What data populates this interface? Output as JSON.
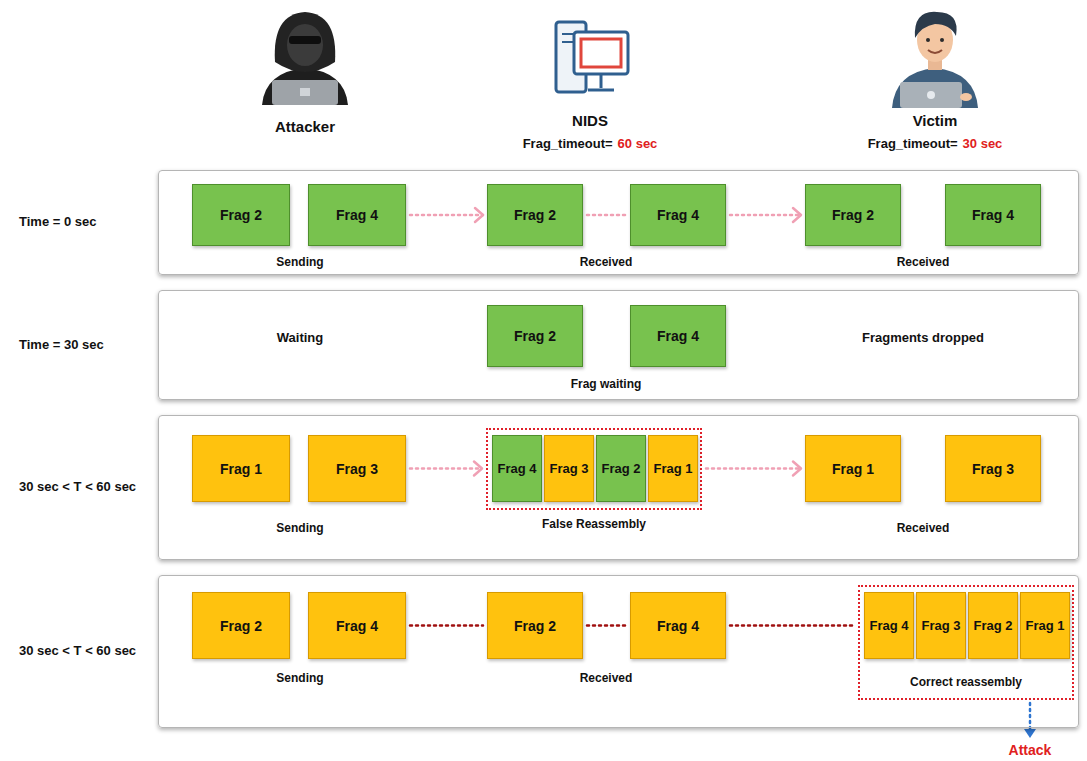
{
  "diagram": {
    "nodes": [
      {
        "text": [
          "Time = 0 sec"
        ]
      },
      {
        "text": [
          "Frag 2"
        ],
        "in": 0
      },
      {
        "text": [
          "Frag 4"
        ],
        "in": 0
      },
      {
        "text": [
          "Frag 2"
        ],
        "in": 0
      },
      {
        "text": [
          "Frag 4"
        ],
        "in": 0
      },
      {
        "text": [
          "Frag 2"
        ],
        "in": 0
      },
      {
        "text": [
          "Frag 4"
        ],
        "in": 0
      },
      {
        "text": [
          "Time = 30 sec"
        ]
      },
      {
        "text": [
          "Frag 2"
        ],
        "in": 7
      },
      {
        "text": [
          "Frag 4"
        ],
        "in": 7
      },
      {
        "text": [
          "30 sec < T < 60 sec"
        ]
      },
      {
        "text": [
          "Frag 1"
        ],
        "in": 10
      },
      {
        "text": [
          "Frag 3"
        ],
        "in": 10
      },
      {
        "text": [
          "False Reassembly"
        ],
        "in": 10
      },
      {
        "text": [
          "Frag 4"
        ],
        "in": 13
      },
      {
        "text": [
          "Frag 3"
        ],
        "in": 13
      },
      {
        "text": [
          "Frag 2"
        ],
        "in": 13
      },
      {
        "text": [
          "Frag 1"
        ],
        "in": 13
      },
      {
        "text": [
          "Frag 1"
        ],
        "in": 10
      },
      {
        "text": [
          "Frag 3"
        ],
        "in": 10
      },
      {
        "text": [
          "30 sec < T < 60 sec"
        ]
      },
      {
        "text": [
          "Frag 2"
        ],
        "in": 20
      },
      {
        "text": [
          "Frag 4"
        ],
        "in": 20
      },
      {
        "text": [
          "Frag 2"
        ],
        "in": 20
      },
      {
        "text": [
          "Frag 4"
        ],
        "in": 20
      },
      {
        "text": [
          "Correct reassembly"
        ],
        "in": 20
      },
      {
        "text": [
          "Frag 4"
        ],
        "in": 25
      },
      {
        "text": [
          "Frag 3"
        ],
        "in": 25
      },
      {
        "text": [
          "Frag 2"
        ],
        "in": 25
      },
      {
        "text": [
          "Frag 1"
        ],
        "in": 25
      }
    ],
    "edges": [
      {
        "from": 2,
        "to": 3,
        "arrow": "to"
      },
      {
        "from": 3,
        "to": 4,
        "arrow": "none"
      },
      {
        "from": 4,
        "to": 5,
        "arrow": "to"
      },
      {
        "from": 12,
        "to": 13,
        "arrow": "to"
      },
      {
        "from": 13,
        "to": 18,
        "arrow": "to"
      },
      {
        "from": 22,
        "to": 23,
        "arrow": "none"
      },
      {
        "from": 23,
        "to": 24,
        "arrow": "none"
      },
      {
        "from": 24,
        "to": 25,
        "arrow": "none"
      }
    ],
    "labels": [
      "Attacker",
      "NIDS",
      "Frag_timeout=",
      "60 sec",
      "Victim",
      "Frag_timeout=",
      "30 sec",
      "Sending",
      "Received",
      "Received",
      "Waiting",
      "Frag waiting",
      "Fragments dropped",
      "Sending",
      "Received",
      "Sending",
      "Received",
      "Attack"
    ]
  }
}
